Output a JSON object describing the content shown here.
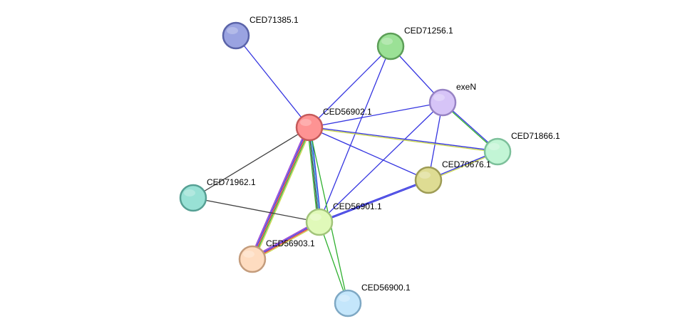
{
  "network": {
    "nodes": [
      {
        "id": "CED71385.1",
        "label": "CED71385.1",
        "color": "#9aa3e1",
        "stroke": "#5a63a8"
      },
      {
        "id": "CED71256.1",
        "label": "CED71256.1",
        "color": "#9be196",
        "stroke": "#5c9e57"
      },
      {
        "id": "exeN",
        "label": "exeN",
        "color": "#d6c4f7",
        "stroke": "#9783c4"
      },
      {
        "id": "CED56902.1",
        "label": "CED56902.1",
        "color": "#fe9393",
        "stroke": "#c55a5a"
      },
      {
        "id": "CED71866.1",
        "label": "CED71866.1",
        "color": "#c2f5d5",
        "stroke": "#7cc09a"
      },
      {
        "id": "CED70676.1",
        "label": "CED70676.1",
        "color": "#dedc93",
        "stroke": "#9e9c55"
      },
      {
        "id": "CED71962.1",
        "label": "CED71962.1",
        "color": "#98e1d5",
        "stroke": "#56a094"
      },
      {
        "id": "CED56901.1",
        "label": "CED56901.1",
        "color": "#e0f9b9",
        "stroke": "#a2c47a"
      },
      {
        "id": "CED56903.1",
        "label": "CED56903.1",
        "color": "#fedcc0",
        "stroke": "#c49c7c"
      },
      {
        "id": "CED56900.1",
        "label": "CED56900.1",
        "color": "#c4e6fb",
        "stroke": "#7ea8c4"
      }
    ],
    "edges": [
      {
        "source": "CED71385.1",
        "target": "CED56902.1",
        "colors": [
          "#3434e0"
        ]
      },
      {
        "source": "CED71256.1",
        "target": "CED56902.1",
        "colors": [
          "#3434e0"
        ]
      },
      {
        "source": "CED71256.1",
        "target": "exeN",
        "colors": [
          "#3434e0"
        ]
      },
      {
        "source": "CED71256.1",
        "target": "CED56901.1",
        "colors": [
          "#3434e0"
        ]
      },
      {
        "source": "exeN",
        "target": "CED56902.1",
        "colors": [
          "#3434e0"
        ]
      },
      {
        "source": "exeN",
        "target": "CED71866.1",
        "colors": [
          "#3434e0",
          "#2fb02f"
        ]
      },
      {
        "source": "exeN",
        "target": "CED70676.1",
        "colors": [
          "#3434e0"
        ]
      },
      {
        "source": "exeN",
        "target": "CED56901.1",
        "colors": [
          "#3434e0"
        ]
      },
      {
        "source": "CED56902.1",
        "target": "CED71866.1",
        "colors": [
          "#3434e0",
          "#c8d44a"
        ]
      },
      {
        "source": "CED56902.1",
        "target": "CED70676.1",
        "colors": [
          "#3434e0"
        ]
      },
      {
        "source": "CED56902.1",
        "target": "CED71962.1",
        "colors": [
          "#404040"
        ]
      },
      {
        "source": "CED56902.1",
        "target": "CED56901.1",
        "colors": [
          "#3434e0",
          "#2aa9c9",
          "#404040",
          "#2fb02f"
        ]
      },
      {
        "source": "CED56902.1",
        "target": "CED56903.1",
        "colors": [
          "#c8d44a",
          "#2fb02f",
          "#e03434",
          "#3434e0",
          "#9a3ad0"
        ]
      },
      {
        "source": "CED56902.1",
        "target": "CED56900.1",
        "colors": [
          "#2fb02f"
        ]
      },
      {
        "source": "CED71866.1",
        "target": "CED70676.1",
        "colors": [
          "#c8d44a",
          "#3434e0"
        ]
      },
      {
        "source": "CED70676.1",
        "target": "CED56901.1",
        "colors": [
          "#3434e0",
          "#3434e0"
        ]
      },
      {
        "source": "CED71962.1",
        "target": "CED56901.1",
        "colors": [
          "#404040"
        ]
      },
      {
        "source": "CED56901.1",
        "target": "CED56903.1",
        "colors": [
          "#c8d44a",
          "#e03434",
          "#3434e0",
          "#9a3ad0"
        ]
      },
      {
        "source": "CED56901.1",
        "target": "CED56900.1",
        "colors": [
          "#2fb02f"
        ]
      }
    ]
  }
}
